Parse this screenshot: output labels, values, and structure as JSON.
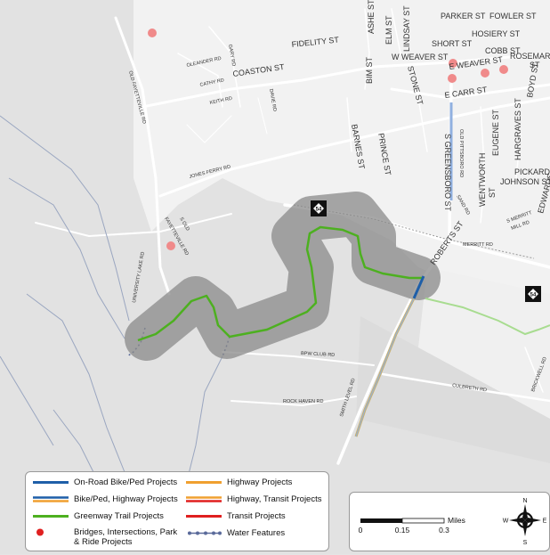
{
  "map": {
    "streets": [
      {
        "id": "parker-st",
        "text": "PARKER ST"
      },
      {
        "id": "fowler-st",
        "text": "FOWLER ST"
      },
      {
        "id": "hosiery-st",
        "text": "HOSIERY ST"
      },
      {
        "id": "short-st",
        "text": "SHORT ST"
      },
      {
        "id": "cobb-st",
        "text": "COBB ST"
      },
      {
        "id": "rosemary-st",
        "text": "ROSEMAR"
      },
      {
        "id": "rosemary-st-b",
        "text": "ST"
      },
      {
        "id": "ashe-st",
        "text": "ASHE ST"
      },
      {
        "id": "elm-st",
        "text": "ELM ST"
      },
      {
        "id": "lindsay-st",
        "text": "LINDSAY ST"
      },
      {
        "id": "fidelity-st",
        "text": "FIDELITY ST"
      },
      {
        "id": "w-weaver-st",
        "text": "W WEAVER ST"
      },
      {
        "id": "e-weaver-st",
        "text": "E WEAVER ST"
      },
      {
        "id": "coaston-st",
        "text": "COASTON ST"
      },
      {
        "id": "bim-st",
        "text": "BIM ST"
      },
      {
        "id": "stone-st",
        "text": "STONE ST"
      },
      {
        "id": "e-carr-st",
        "text": "E CARR ST"
      },
      {
        "id": "boyd-st",
        "text": "BOYD ST"
      },
      {
        "id": "old-fayetteville-rd",
        "text": "OLD FAYETTEVILLE RD"
      },
      {
        "id": "oleander-rd",
        "text": "OLEANDER RD"
      },
      {
        "id": "gary-rd",
        "text": "GARY RD"
      },
      {
        "id": "cathy-rd",
        "text": "CATHY RD"
      },
      {
        "id": "keith-rd",
        "text": "KEITH RD"
      },
      {
        "id": "davie-rd",
        "text": "DAVIE RD"
      },
      {
        "id": "barnes-st",
        "text": "BARNES ST"
      },
      {
        "id": "prince-st",
        "text": "PRINCE ST"
      },
      {
        "id": "s-greensboro-st",
        "text": "S GREENSBORO ST"
      },
      {
        "id": "old-pittsboro-rd",
        "text": "OLD PITTSBORO RD"
      },
      {
        "id": "eugene-st",
        "text": "EUGENE ST"
      },
      {
        "id": "hargraves-st",
        "text": "HARGRAVES ST"
      },
      {
        "id": "jones-ferry-rd",
        "text": "JONES FERRY RD"
      },
      {
        "id": "wentworth-st",
        "text": "WENTWORTH"
      },
      {
        "id": "wentworth-st-b",
        "text": "ST"
      },
      {
        "id": "pickard-st",
        "text": "PICKARD"
      },
      {
        "id": "johnson-st",
        "text": "JOHNSON ST"
      },
      {
        "id": "s-old-fayetteville-rd",
        "text": "S OLD"
      },
      {
        "id": "s-old-fayetteville-rd-b",
        "text": "FAYETTEVILLE RD"
      },
      {
        "id": "sand-rd",
        "text": "SAND RD"
      },
      {
        "id": "s-merritt-mill-rd",
        "text": "S MERRITT"
      },
      {
        "id": "s-merritt-mill-rd-b",
        "text": "MILL RD"
      },
      {
        "id": "merritt-rd",
        "text": "MERRITT RD"
      },
      {
        "id": "edwards",
        "text": "EDWARDS"
      },
      {
        "id": "roberts-st",
        "text": "ROBERTS ST"
      },
      {
        "id": "university-lake-rd",
        "text": "UNIVERSITY LAKE RD"
      },
      {
        "id": "bpw-club-rd",
        "text": "BPW CLUB RD"
      },
      {
        "id": "smith-level-rd",
        "text": "SMITH LEVEL RD"
      },
      {
        "id": "culbreth-rd",
        "text": "CULBRETH RD"
      },
      {
        "id": "brickwell-rd",
        "text": "BRICKWELL RD"
      },
      {
        "id": "rock-haven-rd",
        "text": "ROCK HAVEN RD"
      }
    ],
    "shields": [
      {
        "id": "shield-54-west",
        "text": "54"
      },
      {
        "id": "shield-54-east",
        "text": "54"
      }
    ]
  },
  "legend": {
    "items": [
      {
        "label": "On-Road Bike/Ped Projects",
        "icon": "blue-line-icon"
      },
      {
        "label": "Highway Projects",
        "icon": "orange-line-icon"
      },
      {
        "label": "Bike/Ped, Highway Projects",
        "icon": "blue-orange-line-icon"
      },
      {
        "label": "Highway, Transit Projects",
        "icon": "orange-red-line-icon"
      },
      {
        "label": "Greenway Trail Projects",
        "icon": "green-line-icon"
      },
      {
        "label": "Transit Projects",
        "icon": "red-line-icon"
      },
      {
        "label": "Bridges, Intersections, Park & Ride Projects",
        "icon": "red-dot-icon"
      },
      {
        "label": "Water Features",
        "icon": "water-line-icon"
      }
    ]
  },
  "scale": {
    "labels": [
      "0",
      "0.15",
      "0.3"
    ],
    "unit": "Miles"
  },
  "compass": {
    "n": "N",
    "s": "S",
    "e": "E",
    "w": "W"
  },
  "colors": {
    "on_road": "#1f5fa8",
    "highway": "#f0a030",
    "greenway": "#4db020",
    "transit": "#e02020",
    "project_point": "#f08a8a",
    "water": "#5a6a9a",
    "buffer": "#8a8a8a",
    "town": "#f2f2f2",
    "road": "#ffffff"
  }
}
